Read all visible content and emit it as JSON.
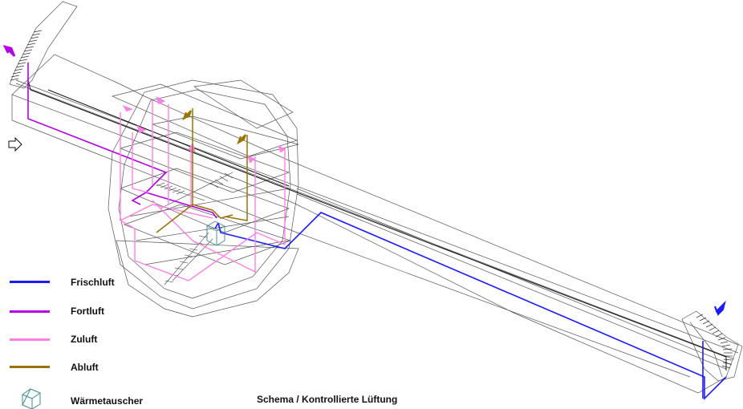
{
  "diagram": {
    "caption": "Schema / Kontrollierte Lüftung",
    "colors": {
      "building": "#555555",
      "frischluft": "#1a1aff",
      "fortluft": "#b300e6",
      "zuluft": "#ff80e6",
      "abluft": "#997300",
      "waermetauscher": "#3c8c8c"
    },
    "legend": [
      {
        "key": "frischluft",
        "label": "Frischluft",
        "color": "#1a1aff"
      },
      {
        "key": "fortluft",
        "label": "Fortluft",
        "color": "#b300e6"
      },
      {
        "key": "zuluft",
        "label": "Zuluft",
        "color": "#ff80e6"
      },
      {
        "key": "abluft",
        "label": "Abluft",
        "color": "#997300"
      },
      {
        "key": "waermetauscher",
        "label": "Wärmetauscher",
        "icon": "heat-exchanger-icon"
      }
    ],
    "entrance_marker": "entrance-arrow-icon"
  }
}
